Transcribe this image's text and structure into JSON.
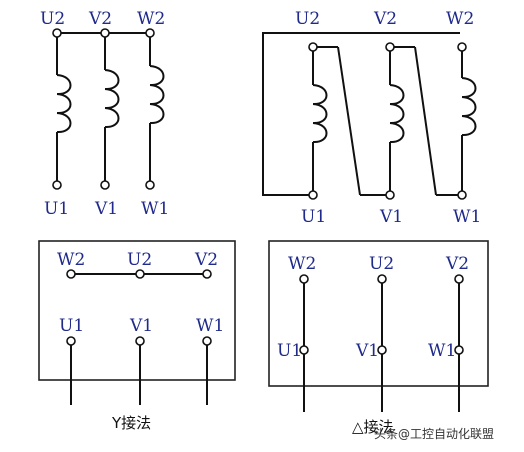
{
  "diagrams": {
    "coils_star": {
      "top_labels": [
        "U2",
        "V2",
        "W2"
      ],
      "bottom_labels": [
        "U1",
        "V1",
        "W1"
      ]
    },
    "coils_delta": {
      "top_labels": [
        "U2",
        "V2",
        "W2"
      ],
      "bottom_labels": [
        "U1",
        "V1",
        "W1"
      ]
    },
    "y_box": {
      "top_labels": [
        "W2",
        "U2",
        "V2"
      ],
      "bottom_labels": [
        "U1",
        "V1",
        "W1"
      ],
      "caption": "Y接法"
    },
    "delta_box": {
      "top_labels": [
        "W2",
        "U2",
        "V2"
      ],
      "mid_labels": [
        "U1",
        "V1",
        "W1"
      ],
      "caption": "△接法"
    }
  },
  "watermark": {
    "text": "头条@工控自动化联盟"
  },
  "colors": {
    "label": "#1f2a8a",
    "line": "#111111",
    "background": "#ffffff"
  }
}
